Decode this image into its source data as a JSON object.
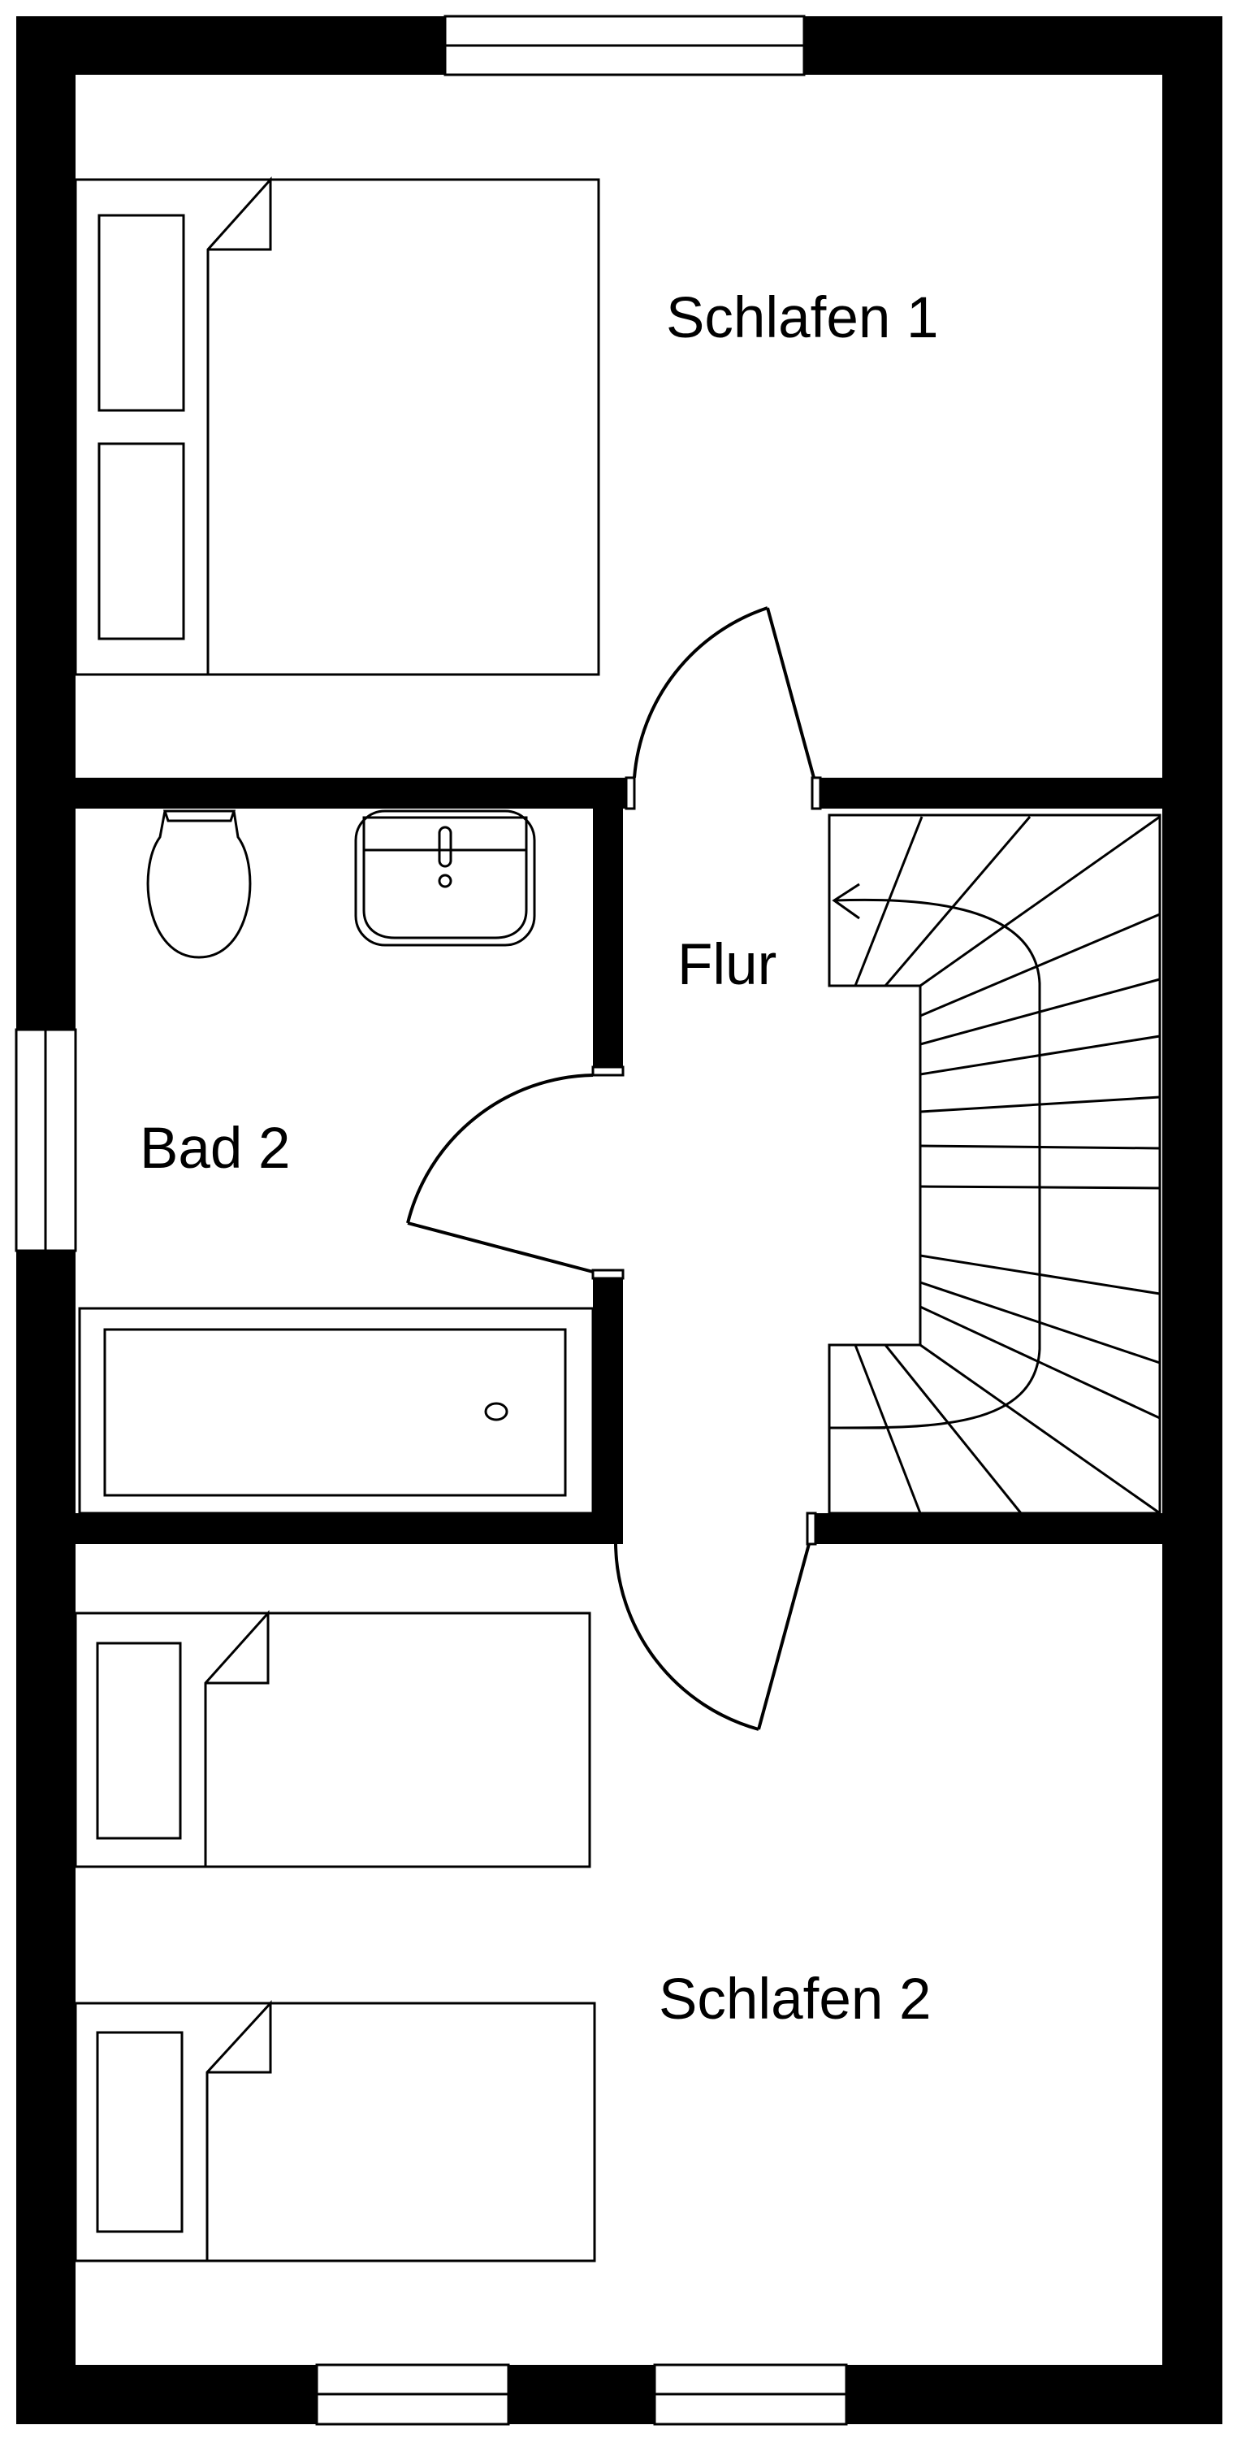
{
  "rooms": {
    "schlafen1": "Schlafen 1",
    "flur": "Flur",
    "bad2": "Bad 2",
    "schlafen2": "Schlafen 2"
  },
  "colors": {
    "wall": "#000000",
    "background": "#ffffff"
  }
}
